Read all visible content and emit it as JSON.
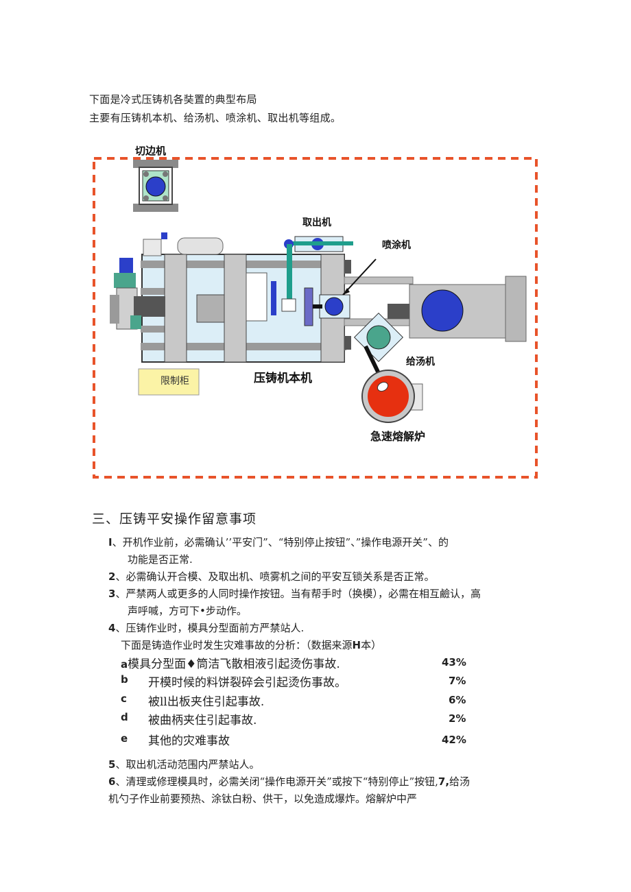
{
  "intro": {
    "line1": "下面是冷式压铸机各奘置的典型布局",
    "line2": "主要有压铸机本机、给汤机、喷涂机、取出机等组成。"
  },
  "diagram": {
    "trim_press": "切边机",
    "extractor": "取出机",
    "sprayer": "喷涂机",
    "control_cabinet": "限制柜",
    "main_machine": "压铸机本机",
    "ladle": "给汤机",
    "furnace": "急速熔解炉",
    "colors": {
      "border": "#e8532a",
      "frame": "#dceef7",
      "blue": "#2b3fc9",
      "teal": "#1f9e8c",
      "red": "#e63010",
      "cabinet": "#fbf3a6"
    }
  },
  "section": {
    "title": "三、压铸平安操作留意事项",
    "items": [
      {
        "num": "I",
        "text1": "、开机作业前，必需确认’’平安门”、“特别停止按钮”、”操作电源开关”、的",
        "text2": "功能是否正常."
      },
      {
        "num": "2",
        "text1": "、必需确认开合模、及取出机、喷雾机之间的平安互锁关系是否正常。"
      },
      {
        "num": "3",
        "text1": "、严禁两人或更多的人同时操作按钮。当有帮手时（换模），必需在相互鹼认，高",
        "text2": "声呼喊，方可下•步动作。"
      },
      {
        "num": "4",
        "text1": "、压铸作业时，模具分型面前方严禁站人."
      }
    ],
    "analysis_intro_a": "下面是铸造作业时发生灾难事故的分析：（数据来源",
    "analysis_intro_h": "H",
    "analysis_intro_b": "本）",
    "stats": [
      {
        "label": "a",
        "text": "模具分型面♦筒洁飞散相液引起烫伤事故.",
        "value": "43%"
      },
      {
        "label": "b",
        "text": "开模时候的料饼裂碎会引起烫伤事故。",
        "value": "7%"
      },
      {
        "label": "c",
        "text": "被ll出板夹住引起事故.",
        "value": "6%"
      },
      {
        "label": "d",
        "text": "被曲柄夹住引起事故.",
        "value": "2%"
      },
      {
        "label": "e",
        "text": "其他的灾难事故",
        "value": "42%"
      }
    ],
    "item5_num": "5",
    "item5_text": "、取出机活动范围内严禁站人。",
    "item6_num": "6",
    "item6_text": "、清理或修理模具时，必需关闭“操作电源开关”或按下“特别停止”按钮,",
    "item7_num": "7,",
    "item7_text": "给汤",
    "item7_line2": "机勺子作业前要预热、涂钛白粉、供干，以免造成爆炸。熔解炉中严"
  }
}
